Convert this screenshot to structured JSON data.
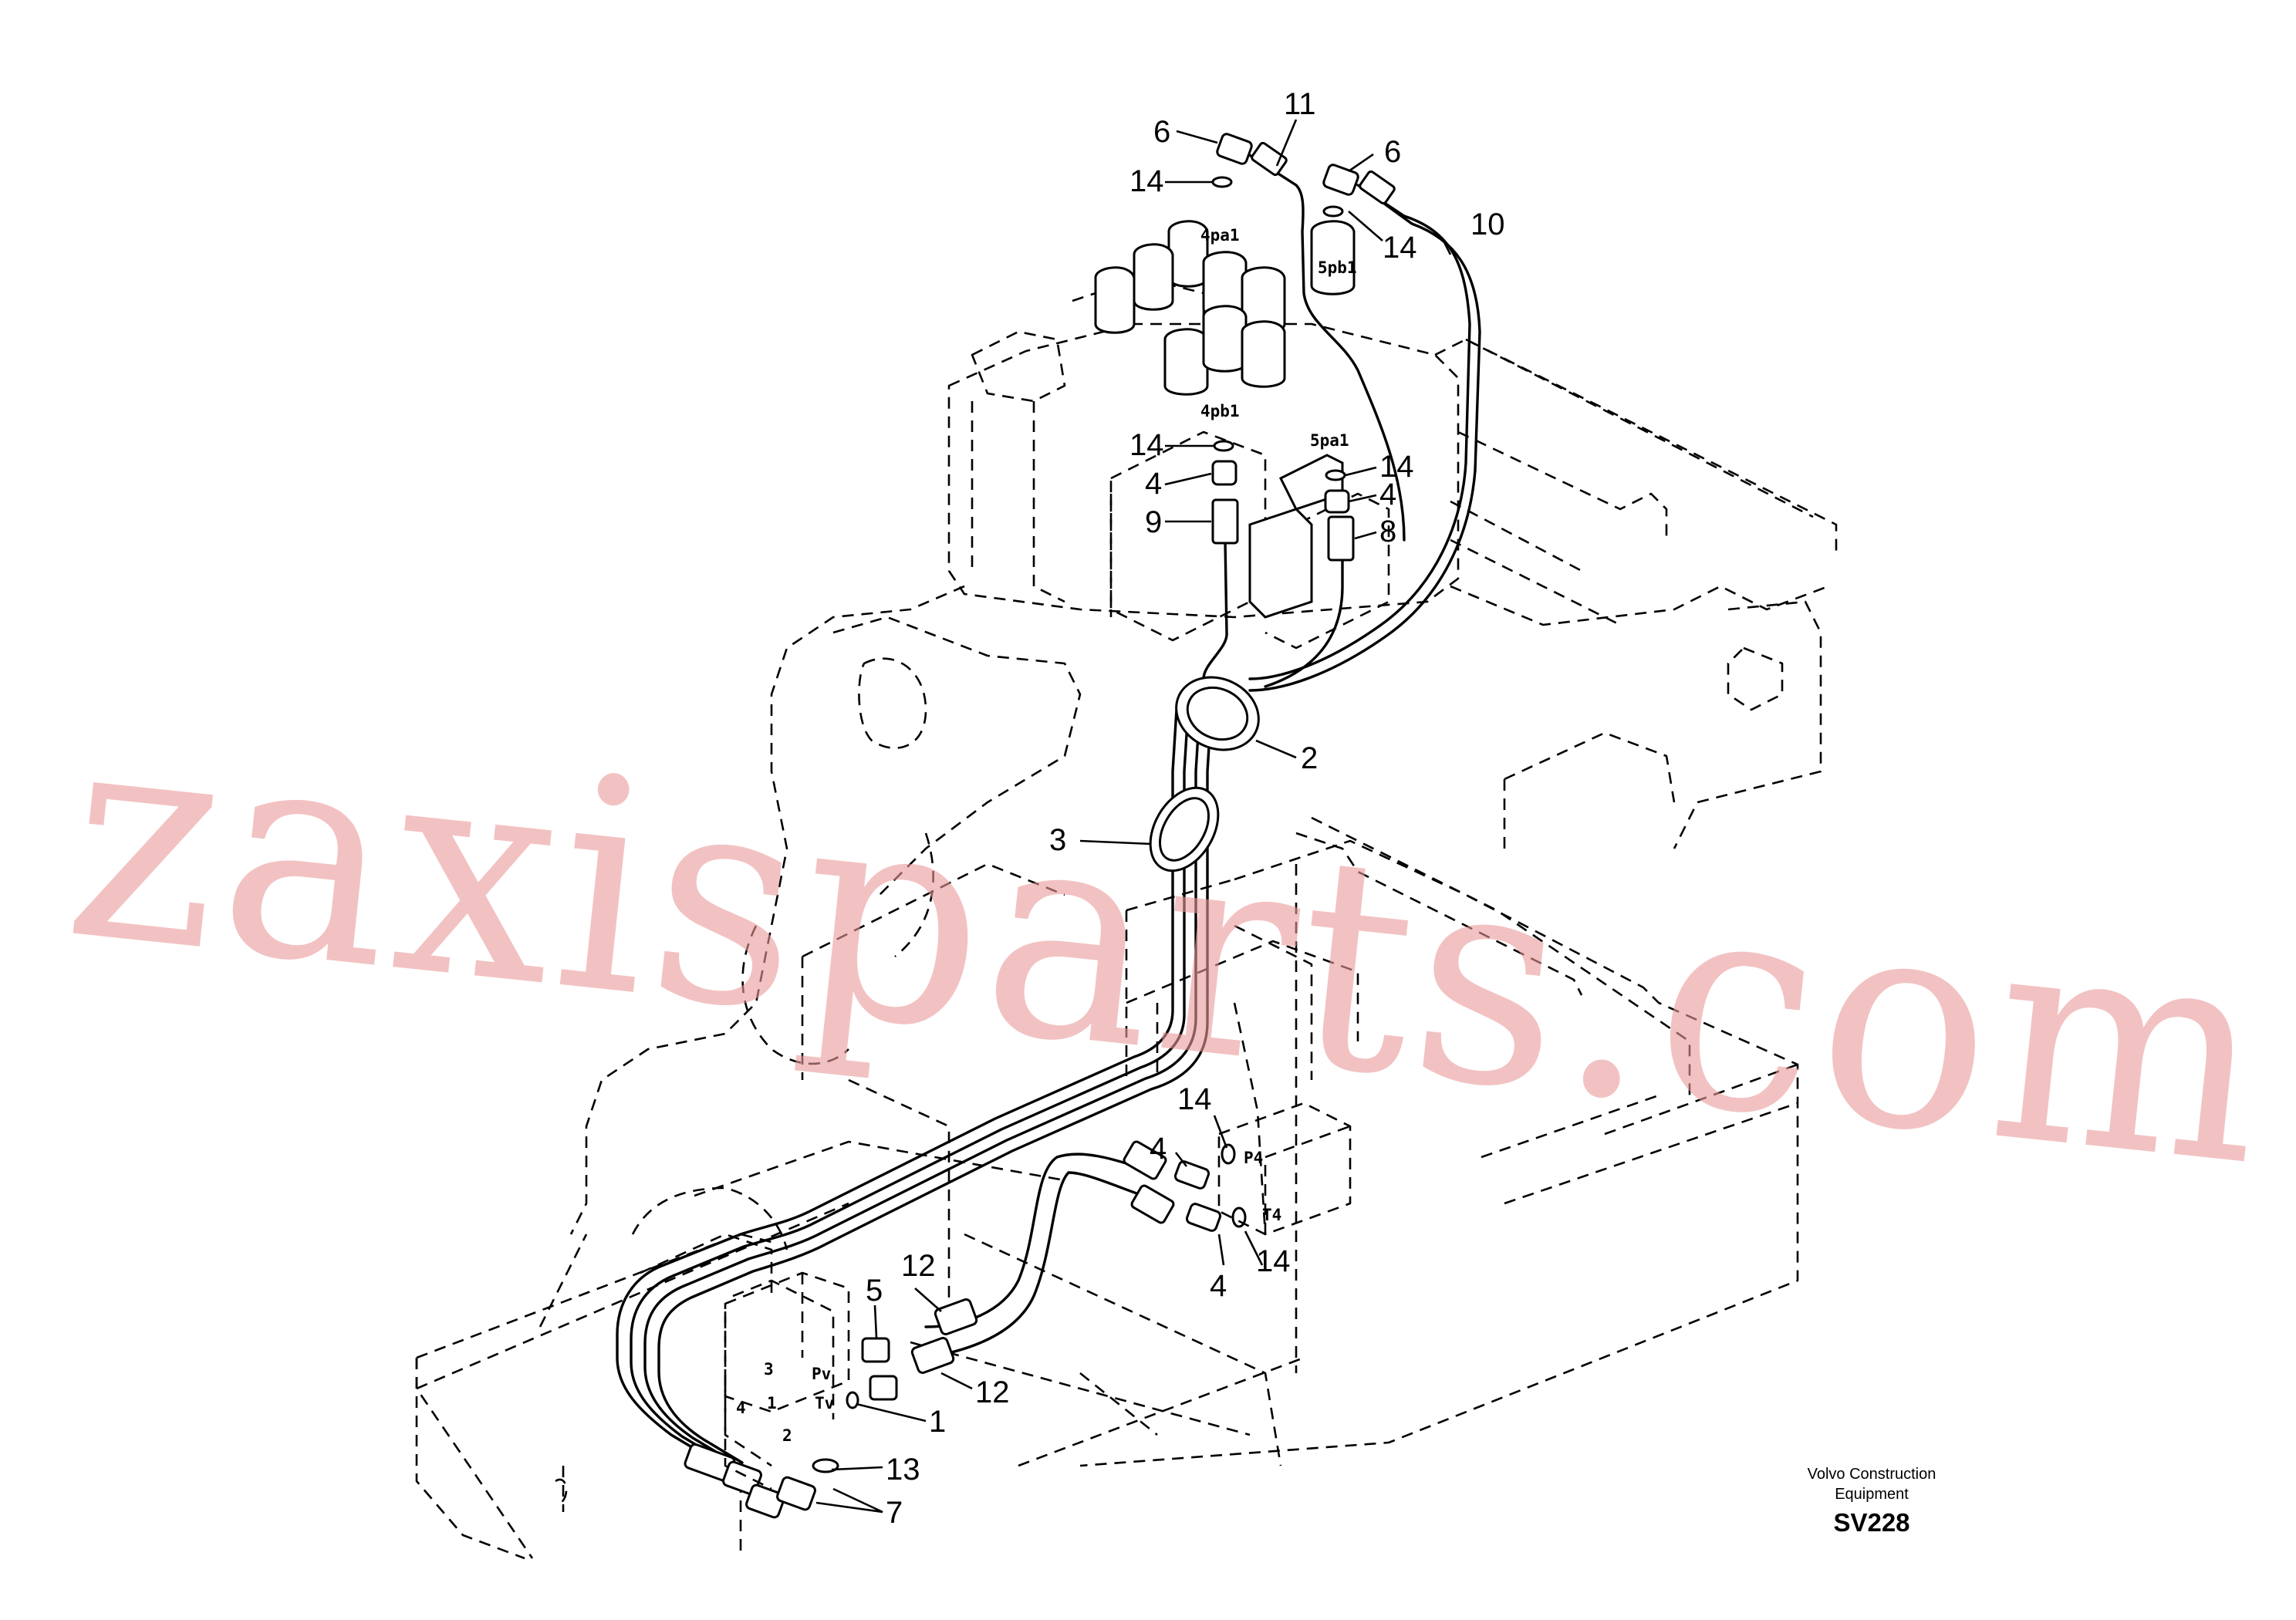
{
  "watermark": "zaxisparts.com",
  "caption": {
    "maker_line1": "Volvo Construction",
    "maker_line2": "Equipment",
    "code": "SV228"
  },
  "callouts": [
    "11",
    "6",
    "6",
    "14",
    "14",
    "10",
    "14",
    "14",
    "4",
    "4",
    "9",
    "8",
    "2",
    "3",
    "14",
    "4",
    "14",
    "4",
    "12",
    "5",
    "12",
    "1",
    "13",
    "7"
  ],
  "port_labels": [
    "4pa1",
    "5pb1",
    "4pb1",
    "5pa1",
    "P4",
    "T4",
    "Pv",
    "Tv",
    "3",
    "4",
    "2",
    "1"
  ]
}
